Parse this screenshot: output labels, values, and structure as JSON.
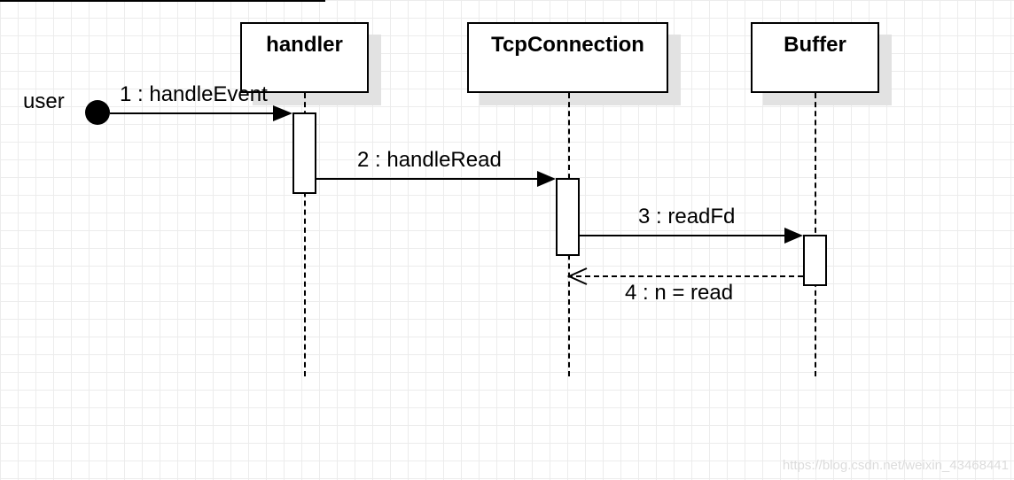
{
  "diagram": {
    "actor": "user",
    "lifelines": [
      {
        "name": "handler"
      },
      {
        "name": "TcpConnection"
      },
      {
        "name": "Buffer"
      }
    ],
    "messages": [
      {
        "label": "1 : handleEvent",
        "from": "user",
        "to": "handler",
        "kind": "sync"
      },
      {
        "label": "2 : handleRead",
        "from": "handler",
        "to": "TcpConnection",
        "kind": "sync"
      },
      {
        "label": "3 : readFd",
        "from": "TcpConnection",
        "to": "Buffer",
        "kind": "sync"
      },
      {
        "label": "4 : n = read",
        "from": "Buffer",
        "to": "TcpConnection",
        "kind": "return"
      }
    ]
  },
  "watermark": "https://blog.csdn.net/weixin_43468441"
}
